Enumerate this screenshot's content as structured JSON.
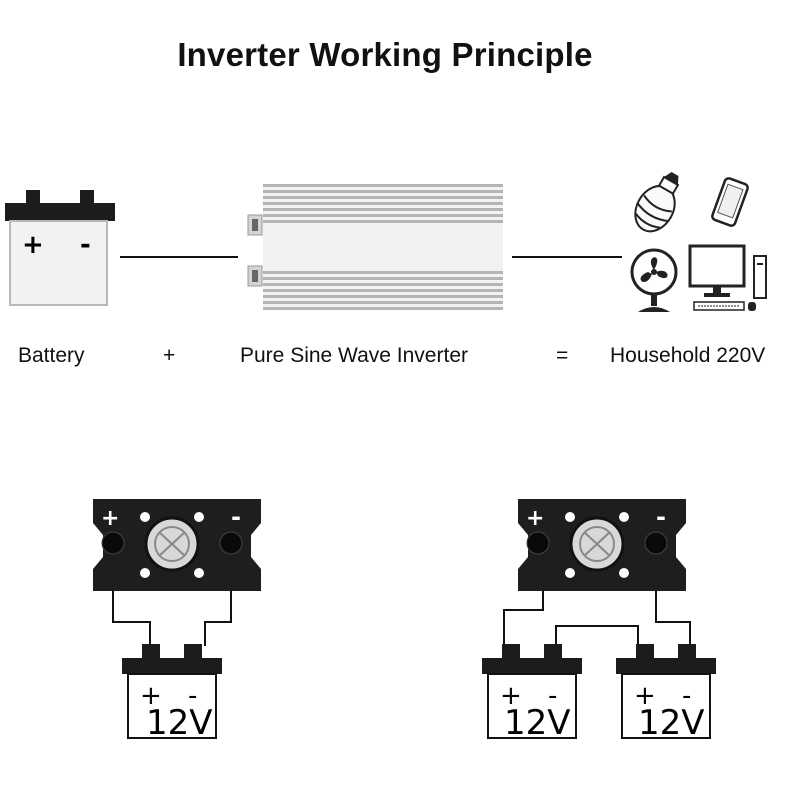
{
  "title": "Inverter Working Principle",
  "captions": {
    "battery": "Battery",
    "plus": "+",
    "inverter": "Pure Sine Wave Inverter",
    "equals": "=",
    "household": "Household 220V"
  },
  "battery_symbols": {
    "positive": "+",
    "negative": "-"
  },
  "inverter_symbols": {
    "positive": "+",
    "negative": "-"
  },
  "wiring": {
    "single": {
      "voltage": "12V"
    },
    "parallel": {
      "voltages": [
        "12V",
        "12V"
      ]
    }
  },
  "appliance_icons": [
    "light-bulb-icon",
    "phone-icon",
    "fan-icon",
    "computer-icon"
  ],
  "colors": {
    "line": "#111111",
    "inverter_body": "#b5b5b5",
    "battery_fill": "#f2f2f2",
    "terminal": "#1c1c1c"
  }
}
